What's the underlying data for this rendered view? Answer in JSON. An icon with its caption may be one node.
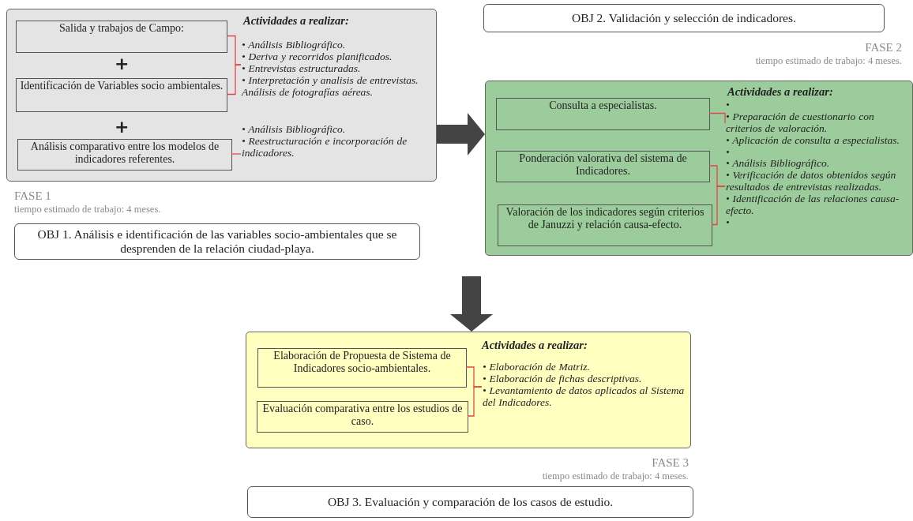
{
  "diagram": {
    "nodes": [
      {
        "text": [
          "Actividades a realizar:"
        ],
        "beside": [
          "FASE 1",
          "tiempo estimado de trabajo: 4 meses."
        ]
      },
      {
        "text": [
          "Salida y trabajos de Campo:"
        ],
        "in": 0
      },
      {
        "text": [
          "Identificación de Variables socio ambientales."
        ],
        "in": 0
      },
      {
        "text": [
          "Análisis comparativo entre los modelos de indicadores referentes."
        ],
        "in": 0
      },
      {
        "text": [
          "• Análisis Bibliográfico.",
          "• Deriva y recorridos planificados.",
          "• Entrevistas estructuradas.",
          "• Interpretación y analisis de entrevistas. Análisis de fotografías aéreas."
        ],
        "in": 0
      },
      {
        "text": [
          "• Análisis Bibliográfico.",
          "• Reestructuración e incorporación de indicadores."
        ],
        "in": 0
      },
      {
        "text": [
          "OBJ 1. Análisis e identificación de las variables socio-ambientales que se desprenden de la relación ciudad-playa."
        ]
      },
      {
        "text": [
          "OBJ 2. Validación y selección de indicadores."
        ]
      },
      {
        "text": [
          "Actividades a realizar:"
        ],
        "beside": [
          "FASE 2",
          "tiempo estimado de trabajo: 4 meses."
        ]
      },
      {
        "text": [
          "Consulta a especialistas."
        ],
        "in": 8
      },
      {
        "text": [
          "Ponderación valorativa del sistema de Indicadores."
        ],
        "in": 8
      },
      {
        "text": [
          "Valoración de los indicadores según criterios de Januzzi y relación causa-efecto."
        ],
        "in": 8
      },
      {
        "text": [
          "•",
          "• Preparación de cuestionario con criterios de valoración.",
          "• Aplicación de consulta a especialistas.",
          "•"
        ],
        "in": 8
      },
      {
        "text": [
          "• Análisis Bibliográfico.",
          "• Verificación de datos obtenidos según resultados de entrevistas realizadas.",
          "• Identificación de las relaciones causa-efecto.",
          "•"
        ],
        "in": 8
      },
      {
        "text": [
          "Actividades a realizar:"
        ],
        "beside": [
          "FASE 3",
          "tiempo estimado de trabajo: 4 meses."
        ]
      },
      {
        "text": [
          "Elaboración de Propuesta de Sistema de Indicadores socio-ambientales."
        ],
        "in": 14
      },
      {
        "text": [
          "Evaluación comparativa entre los estudios de caso."
        ],
        "in": 14
      },
      {
        "text": [
          "• Elaboración de Matriz.",
          "• Elaboración de fichas descriptivas.",
          "• Levantamiento de datos aplicados al Sistema del Indicadores."
        ],
        "in": 14
      },
      {
        "text": [
          "OBJ 3. Evaluación y comparación de los casos de estudio."
        ]
      }
    ],
    "edges": [
      {
        "from": 1,
        "to": 4,
        "arrow": "none"
      },
      {
        "from": 2,
        "to": 4,
        "arrow": "none"
      },
      {
        "from": 3,
        "to": 5,
        "arrow": "none"
      },
      {
        "from": 9,
        "to": 12,
        "arrow": "none"
      },
      {
        "from": 10,
        "to": 13,
        "arrow": "none"
      },
      {
        "from": 11,
        "to": 13,
        "arrow": "none"
      },
      {
        "from": 15,
        "to": 17,
        "arrow": "none"
      },
      {
        "from": 16,
        "to": 17,
        "arrow": "none"
      },
      {
        "from": 0,
        "to": 8,
        "arrow": "to",
        "style": "thick",
        "color": "#444444"
      },
      {
        "from": null,
        "to": 14,
        "arrow": "to",
        "style": "thick",
        "color": "#444444"
      }
    ],
    "labels": [
      "+",
      "+"
    ]
  }
}
